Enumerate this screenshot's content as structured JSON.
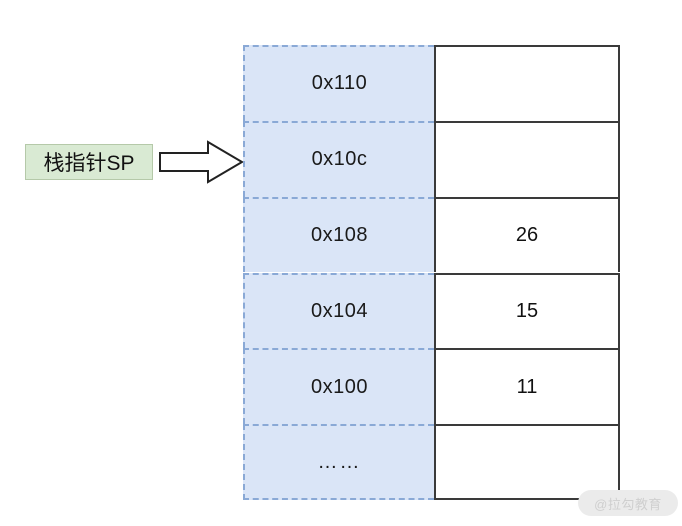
{
  "diagram": {
    "title": "stack-pointer-memory-layout",
    "pointer": {
      "label": "栈指针SP",
      "points_to_address": "0x10c",
      "box_fill": "#d9ead3",
      "box_border": "#b5c9a9",
      "arrow_fill": "#ffffff",
      "arrow_stroke": "#222222"
    },
    "table": {
      "address_column_fill": "#dae5f7",
      "address_column_border": "#8aa9d6",
      "value_column_fill": "#ffffff",
      "value_column_border": "#3a3a3a",
      "rows": [
        {
          "address": "0x110",
          "value": ""
        },
        {
          "address": "0x10c",
          "value": ""
        },
        {
          "address": "0x108",
          "value": "26"
        },
        {
          "address": "0x104",
          "value": "15"
        },
        {
          "address": "0x100",
          "value": "11"
        },
        {
          "address": "……",
          "value": ""
        }
      ]
    }
  },
  "watermark": {
    "text": "@拉勾教育"
  }
}
